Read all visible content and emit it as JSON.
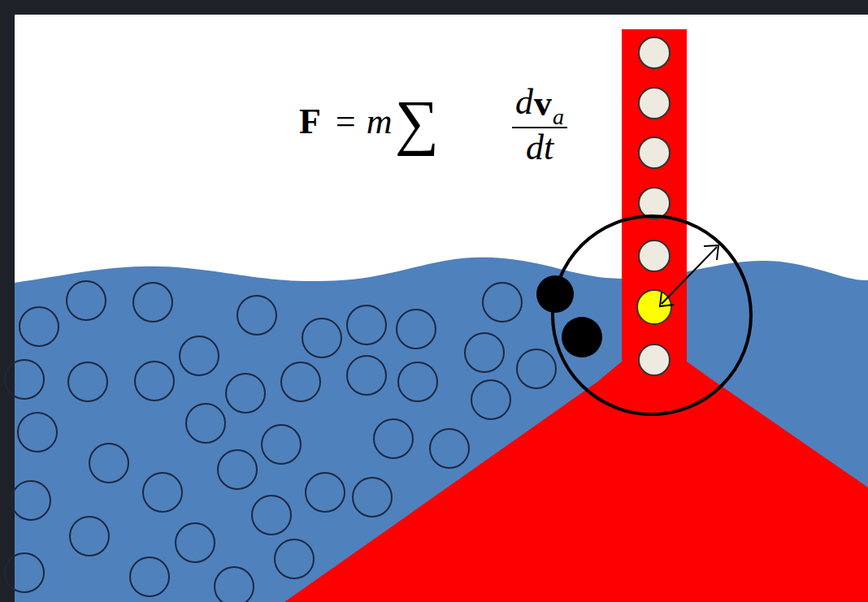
{
  "diagram": {
    "labels": [
      "F",
      "= m",
      "∑",
      "d",
      "v",
      "a",
      "dt"
    ]
  }
}
